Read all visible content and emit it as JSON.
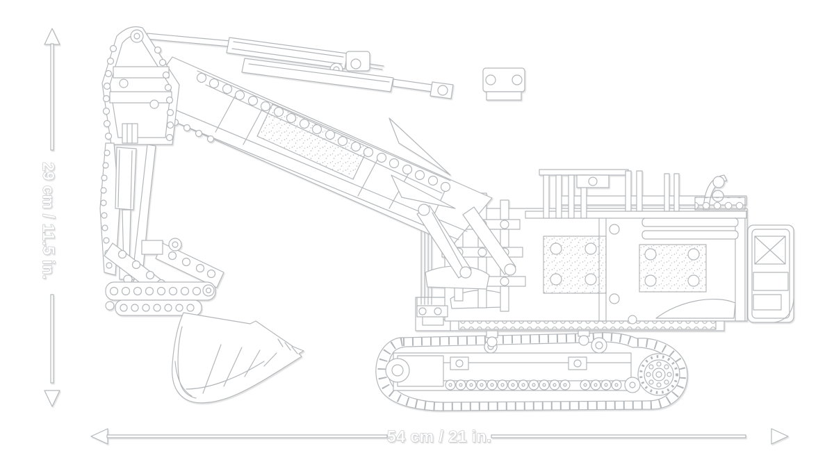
{
  "meta": {
    "subject": "Outline line-art illustration of a LEGO Technic crawler excavator shown with product dimensions",
    "background_color": "#ffffff",
    "line_color": "#b4b7ba",
    "text_style_color": "#b7babd"
  },
  "dimensions": {
    "height_label": "29 cm / 11.5 in.",
    "width_label": "54 cm / 21 in."
  }
}
